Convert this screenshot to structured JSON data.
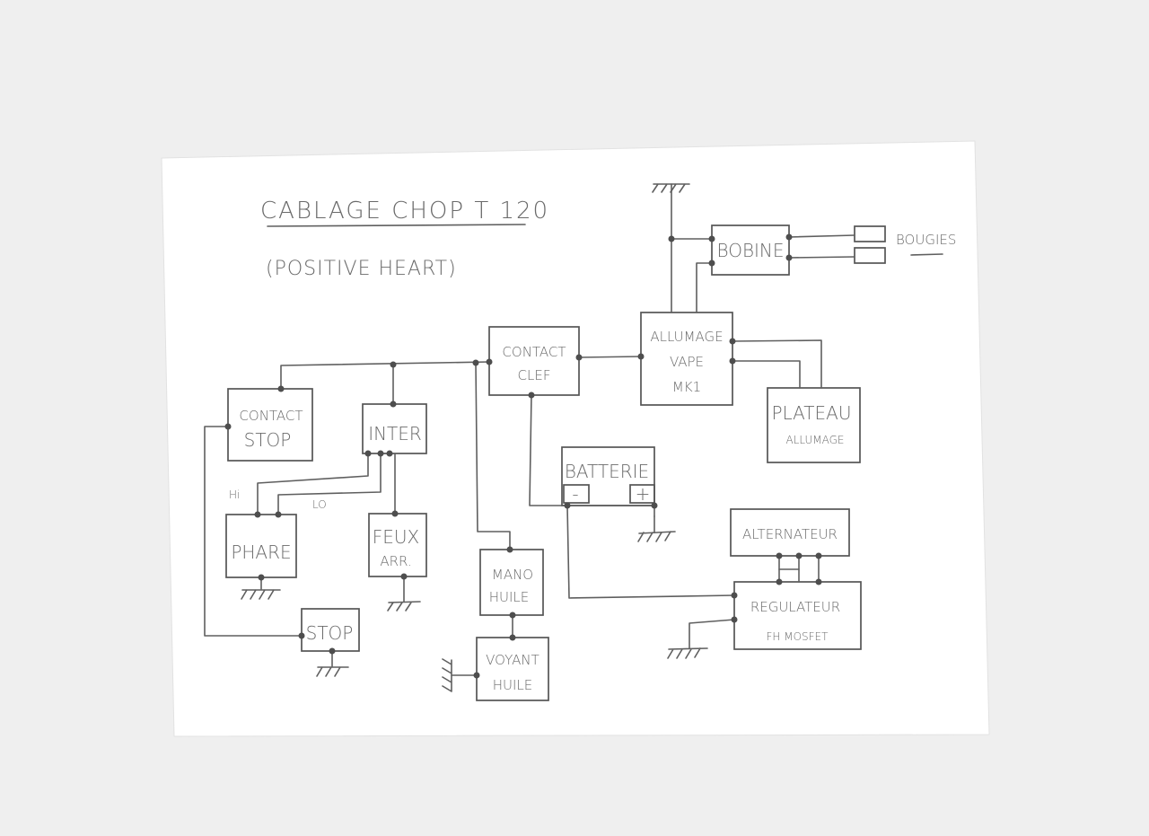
{
  "title": "CABLAGE CHOP T 120",
  "subtitle": "(POSITIVE HEART)",
  "components": {
    "contact_clef": [
      "CONTACT",
      "CLEF"
    ],
    "allumage": [
      "ALLUMAGE",
      "VAPE",
      "MK1"
    ],
    "bobine": "BOBINE",
    "bougies": "BOUGIES",
    "contact_stop": [
      "CONTACT",
      "STOP"
    ],
    "inter": "INTER",
    "plateau": [
      "PLATEAU",
      "ALLUMAGE"
    ],
    "batterie": "BATTERIE",
    "batterie_minus": "-",
    "batterie_plus": "+",
    "phare": "PHARE",
    "feux": [
      "FEUX",
      "ARR."
    ],
    "mano": [
      "MANO",
      "HUILE"
    ],
    "alternateur": "ALTERNATEUR",
    "regulateur": [
      "REGULATEUR",
      "FH MOSFET"
    ],
    "stop": "STOP",
    "voyant": [
      "VOYANT",
      "HUILE"
    ]
  },
  "wire_labels": {
    "hi": "Hi",
    "lo": "LO"
  },
  "colors": {
    "paper": "#ffffff",
    "background": "#efefef",
    "pencil": "#5f5f5f"
  }
}
